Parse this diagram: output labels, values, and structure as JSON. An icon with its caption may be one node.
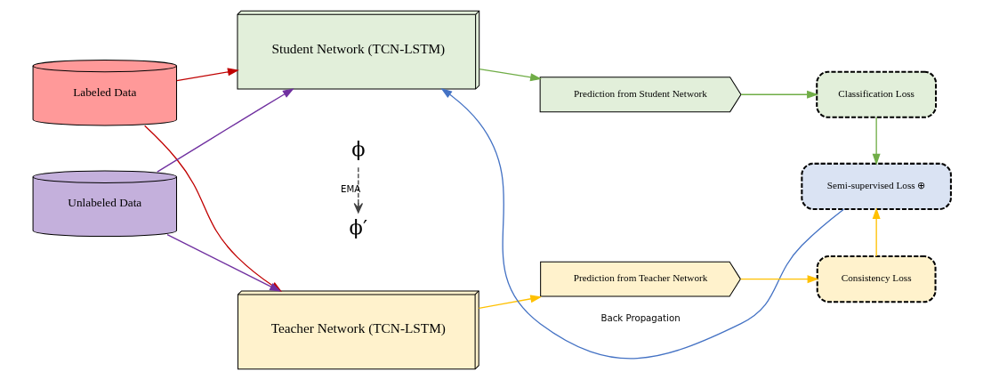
{
  "diagram": {
    "nodes": [
      {
        "text": [
          "Labeled Data"
        ]
      },
      {
        "text": [
          "Unlabeled Data"
        ]
      },
      {
        "text": [
          "Student Network (TCN-LSTM)"
        ]
      },
      {
        "text": [
          "ϕ"
        ]
      },
      {
        "text": [
          "ϕ′"
        ]
      },
      {
        "text": [
          "Teacher Network (TCN-LSTM)"
        ]
      },
      {
        "text": [
          "Prediction from Student Network"
        ]
      },
      {
        "text": [
          "Classification Loss"
        ]
      },
      {
        "text": [
          "Semi-supervised Loss ⊕"
        ]
      },
      {
        "text": [
          "Prediction from Teacher Network"
        ]
      },
      {
        "text": [
          "Consistency Loss"
        ]
      }
    ],
    "edges": [
      {
        "from": 0,
        "to": 2,
        "arrow": "to",
        "color": "#c00000"
      },
      {
        "from": 0,
        "to": 5,
        "arrow": "to",
        "color": "#c00000"
      },
      {
        "from": 1,
        "to": 5,
        "arrow": "to",
        "color": "#7030a0"
      },
      {
        "from": 1,
        "to": 2,
        "arrow": "to",
        "color": "#7030a0"
      },
      {
        "from": 3,
        "to": 4,
        "arrow": "to",
        "label": "EMA",
        "style": "dashed",
        "color": "#404040"
      },
      {
        "from": 2,
        "to": 6,
        "arrow": "to",
        "color": "#70ad47"
      },
      {
        "from": 6,
        "to": 7,
        "arrow": "to",
        "color": "#70ad47"
      },
      {
        "from": 7,
        "to": 8,
        "arrow": "to",
        "color": "#70ad47"
      },
      {
        "from": 8,
        "to": 2,
        "arrow": "to",
        "label": "Back Propagation",
        "color": "#4472c4"
      },
      {
        "from": 5,
        "to": 9,
        "arrow": "to",
        "color": "#ffc000"
      },
      {
        "from": 9,
        "to": 10,
        "arrow": "to",
        "color": "#ffc000"
      },
      {
        "from": 10,
        "to": 8,
        "arrow": "to",
        "color": "#ffc000"
      }
    ]
  }
}
